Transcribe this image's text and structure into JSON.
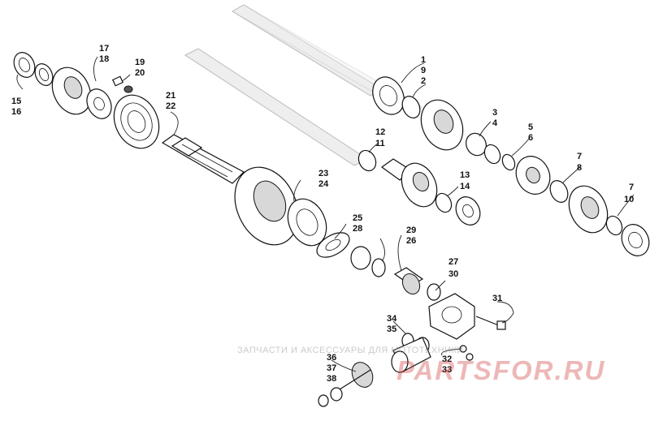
{
  "colors": {
    "line": "#111111",
    "background": "#ffffff",
    "watermark_red": "#c81e1e"
  },
  "labels": {
    "l1": "1",
    "l2": "2",
    "l3": "3",
    "l4": "4",
    "l5": "5",
    "l6": "6",
    "l7a": "7",
    "l7b": "7",
    "l8": "8",
    "l10": "10",
    "l11": "11",
    "l12": "12",
    "l13": "13",
    "l14": "14",
    "l15": "15",
    "l16": "16",
    "l17": "17",
    "l18": "18",
    "l19": "19",
    "l20": "20",
    "l21": "21",
    "l22": "22",
    "l23": "23",
    "l24": "24",
    "l25": "25",
    "l26": "26",
    "l27": "27",
    "l28": "28",
    "l29": "29",
    "l30": "30",
    "l31": "31",
    "l32": "32",
    "l33": "33",
    "l34": "34",
    "l35": "35",
    "l36": "36",
    "l37": "37",
    "l38": "38"
  },
  "watermark": {
    "tagline": "ЗАПЧАСТИ И АКСЕССУАРЫ ДЛЯ МОТОТЕХНИКИ",
    "logo": "PARTSFOR.RU"
  }
}
